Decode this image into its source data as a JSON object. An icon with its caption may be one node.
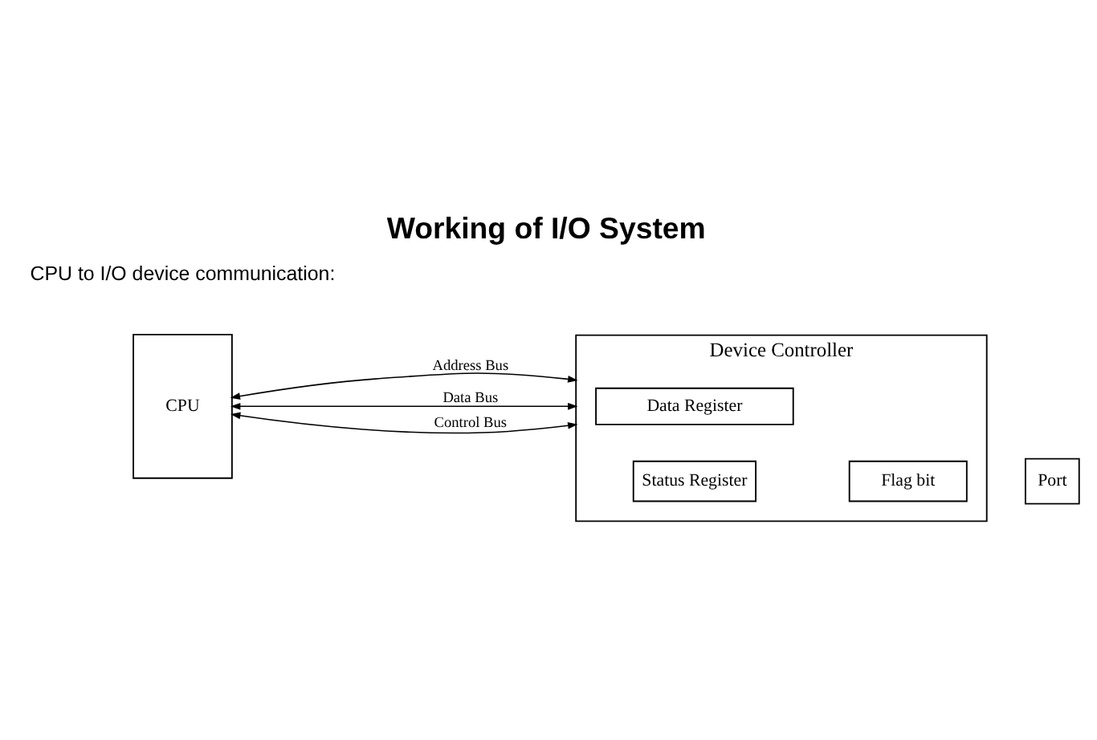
{
  "diagram": {
    "title": "Working of I/O System",
    "nodes": [
      {
        "text": [
          "CPU"
        ]
      },
      {
        "text": [
          "Device Controller"
        ]
      },
      {
        "text": [
          "Data Register"
        ],
        "in": 1
      },
      {
        "text": [
          "Status Register"
        ],
        "in": 1
      },
      {
        "text": [
          "Flag bit"
        ],
        "in": 1
      },
      {
        "text": [
          "Port"
        ]
      }
    ],
    "edges": [
      {
        "from": 0,
        "to": 1,
        "arrow": "both",
        "label": "Address Bus"
      },
      {
        "from": 0,
        "to": 1,
        "arrow": "both",
        "label": "Data Bus"
      },
      {
        "from": 0,
        "to": 1,
        "arrow": "both",
        "label": "Control Bus"
      }
    ],
    "labels": [
      "CPU to I/O device communication:"
    ]
  }
}
